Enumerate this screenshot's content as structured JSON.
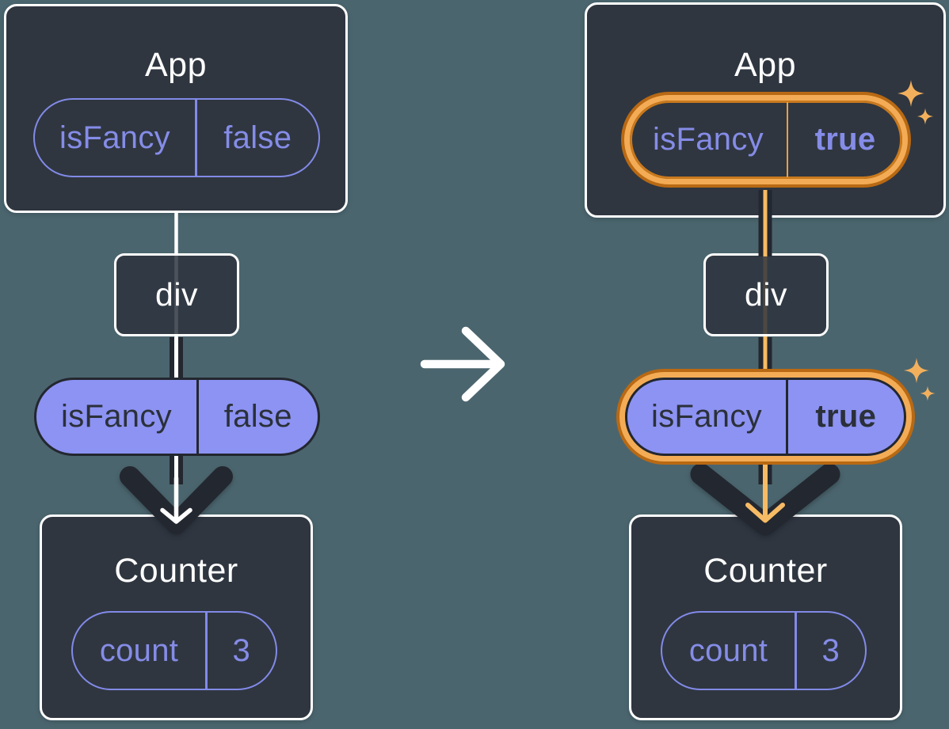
{
  "page_background": "#4B656E",
  "colors": {
    "card_background": "#2F3640",
    "card_border": "#FFFFFF",
    "purple_accent": "#858CE7",
    "purple_fill": "#8C93F2",
    "dark_ink": "#23272F",
    "orange_ring_light": "#F3AC55",
    "orange_ring_dark": "#B96913",
    "orange_line": "#F6BB64",
    "sparkle_color": "#F3B05C",
    "title_text": "#FFFFFF"
  },
  "before": {
    "app": {
      "title": "App"
    },
    "app_state": {
      "name": "isFancy",
      "value": "false"
    },
    "div_label": "div",
    "prop": {
      "name": "isFancy",
      "value": "false"
    },
    "counter": {
      "title": "Counter"
    },
    "counter_state": {
      "name": "count",
      "value": "3"
    }
  },
  "after": {
    "app": {
      "title": "App"
    },
    "app_state": {
      "name": "isFancy",
      "value": "true"
    },
    "div_label": "div",
    "prop": {
      "name": "isFancy",
      "value": "true"
    },
    "counter": {
      "title": "Counter"
    },
    "counter_state": {
      "name": "count",
      "value": "3"
    }
  },
  "icons": {
    "transition": "arrow-right-icon",
    "sparkle": "sparkle-icon",
    "flow": "flow-arrow-icon"
  }
}
